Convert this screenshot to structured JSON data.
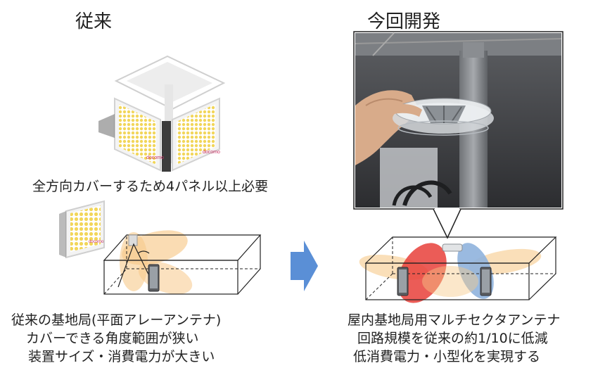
{
  "left": {
    "heading": "従来",
    "panel_caption": "全方向カバーするため4パネル以上必要",
    "lines": [
      "従来の基地局(平面アレーアンテナ)",
      "カバーできる角度範囲が狭い",
      "装置サイズ・消費電力が大きい"
    ],
    "panel_logo": "docomo"
  },
  "right": {
    "heading": "今回開発",
    "lines": [
      "屋内基地局用マルチセクタアンテナ",
      "回路規模を従来の約1/10に低減",
      "低消費電力・小型化を実現する"
    ]
  },
  "colors": {
    "panel_dot": "#f2d65a",
    "beam_orange": "#f7c98a",
    "beam_red": "#e8403a",
    "beam_blue": "#8fb2dd",
    "arrow": "#5a8fd6"
  }
}
